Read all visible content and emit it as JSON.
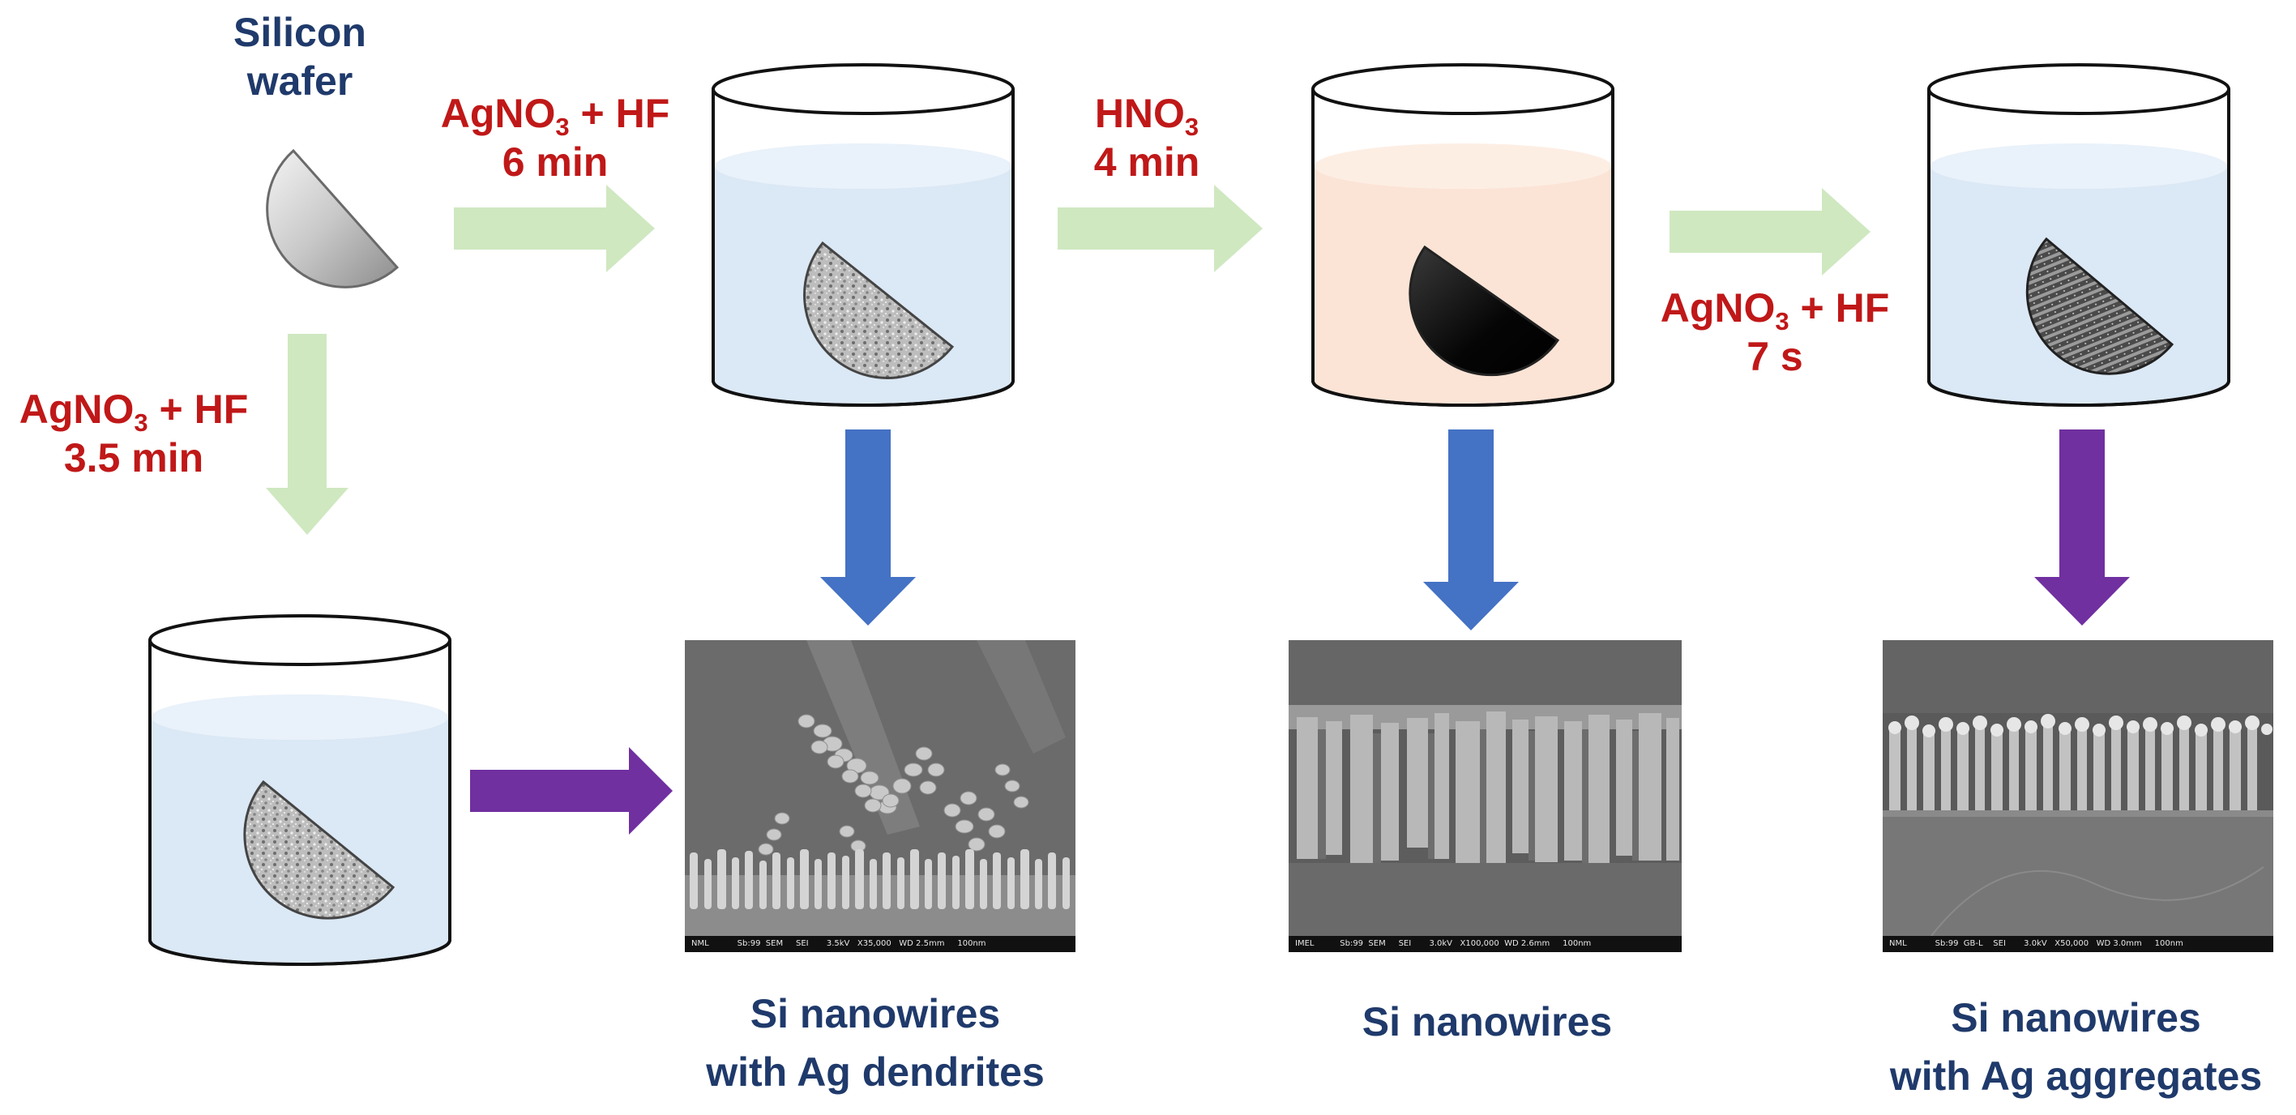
{
  "labels": {
    "wafer_line1": "Silicon",
    "wafer_line2": "wafer",
    "step1_reagent_a": "AgNO",
    "step1_reagent_sub": "3",
    "step1_reagent_b": " + HF",
    "step1_time": "6 min",
    "step2_reagent_a": "HNO",
    "step2_reagent_sub": "3",
    "step2_time": "4 min",
    "step3_reagent_a": "AgNO",
    "step3_reagent_sub": "3",
    "step3_reagent_b": " + HF",
    "step3_time": "7 s",
    "step4_reagent_a": "AgNO",
    "step4_reagent_sub": "3",
    "step4_reagent_b": " + HF",
    "step4_time": "3.5 min",
    "result1_line1": "Si nanowires",
    "result1_line2": "with Ag dendrites",
    "result2_line1": "Si nanowires",
    "result3_line1": "Si nanowires",
    "result3_line2": "with Ag aggregates"
  },
  "sem_captions": {
    "dendrites": "NML           Sb:99  SEM     SEI       3.5kV   X35,000   WD 2.5mm     100nm",
    "nanowires": "IMEL          Sb:99  SEM     SEI       3.0kV   X100,000  WD 2.6mm     100nm",
    "aggregates": "NML           Sb:99  GB-L    SEI       3.0kV   X50,000   WD 3.0mm     100nm"
  },
  "colors": {
    "label_blue": "#1f3a6b",
    "label_red": "#c01818",
    "arrow_green": "#cfe8c0",
    "arrow_blue": "#4472c4",
    "arrow_purple": "#7030a0",
    "solution_blue": "#dbe8f5",
    "solution_peach": "#fbe4d6"
  }
}
